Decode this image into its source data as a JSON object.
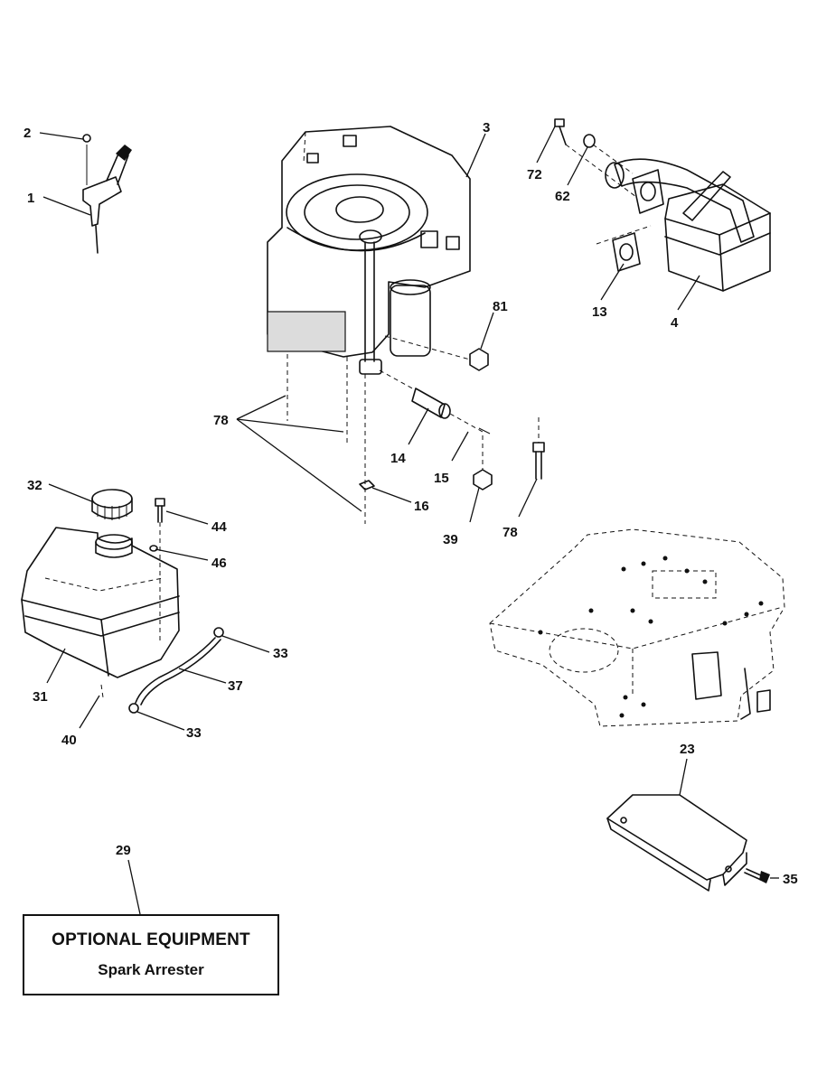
{
  "callouts": {
    "c1": "1",
    "c2": "2",
    "c3": "3",
    "c4": "4",
    "c13": "13",
    "c14": "14",
    "c15": "15",
    "c16": "16",
    "c23": "23",
    "c29": "29",
    "c31": "31",
    "c32": "32",
    "c33a": "33",
    "c33b": "33",
    "c35": "35",
    "c37": "37",
    "c39": "39",
    "c40": "40",
    "c44": "44",
    "c46": "46",
    "c62": "62",
    "c72": "72",
    "c78a": "78",
    "c78b": "78",
    "c81": "81"
  },
  "optional_box": {
    "title": "OPTIONAL EQUIPMENT",
    "item": "Spark Arrester"
  }
}
